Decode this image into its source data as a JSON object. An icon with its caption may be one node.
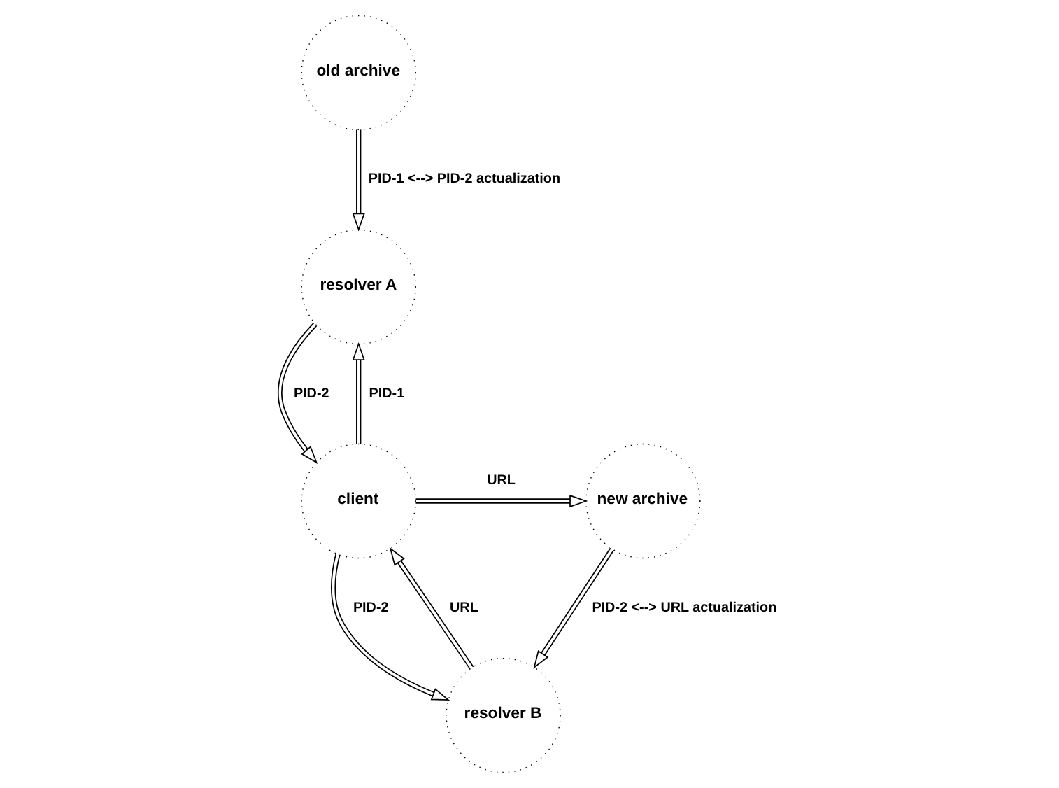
{
  "diagram": {
    "nodes": [
      {
        "text": [
          "old archive"
        ]
      },
      {
        "text": [
          "resolver A"
        ]
      },
      {
        "text": [
          "resolver B"
        ]
      },
      {
        "text": [
          "client"
        ]
      },
      {
        "text": [
          "new archive"
        ]
      }
    ],
    "edges": [
      {
        "from": 0,
        "to": 1,
        "arrow": "to",
        "label": "PID-1 <--> PID-2 actualization"
      },
      {
        "from": 3,
        "to": 1,
        "arrow": "to",
        "label": "PID-1"
      },
      {
        "from": 1,
        "to": 3,
        "arrow": "to",
        "label": "PID-2"
      },
      {
        "from": 3,
        "to": 2,
        "arrow": "to",
        "label": "PID-2"
      },
      {
        "from": 2,
        "to": 3,
        "arrow": "to",
        "label": "URL"
      },
      {
        "from": 4,
        "to": 2,
        "arrow": "to",
        "label": "PID-2 <--> URL actualization"
      },
      {
        "from": 3,
        "to": 4,
        "arrow": "to",
        "label": "URL"
      }
    ]
  }
}
